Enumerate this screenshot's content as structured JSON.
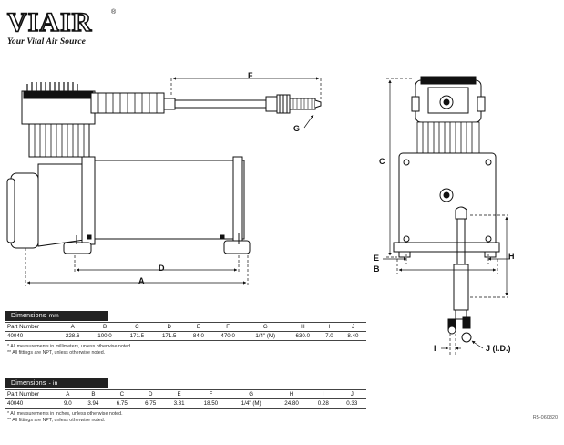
{
  "brand": {
    "name": "VIAIR",
    "registered": "®",
    "tagline": "Your Vital Air Source"
  },
  "dimension_labels": {
    "a": "A",
    "b": "B",
    "c": "C",
    "d": "D",
    "e": "E",
    "f": "F",
    "g": "G",
    "h": "H",
    "i": "I",
    "j": "J (I.D.)"
  },
  "metric_table": {
    "title": "Dimensions",
    "unit": "mm",
    "columns": [
      "Part Number",
      "A",
      "B",
      "C",
      "D",
      "E",
      "F",
      "G",
      "H",
      "I",
      "J"
    ],
    "rows": [
      [
        "40040",
        "228.6",
        "100.0",
        "171.5",
        "171.5",
        "84.0",
        "470.0",
        "1/4\" (M)",
        "630.0",
        "7.0",
        "8.40"
      ]
    ],
    "notes": [
      "* All measurements in millimeters, unless otherwise noted.",
      "** All fittings are NPT, unless otherwise noted."
    ]
  },
  "imperial_table": {
    "title": "Dimensions",
    "unit": "- in",
    "columns": [
      "Part Number",
      "A",
      "B",
      "C",
      "D",
      "E",
      "F",
      "G",
      "H",
      "I",
      "J"
    ],
    "rows": [
      [
        "40040",
        "9.0",
        "3.94",
        "6.75",
        "6.75",
        "3.31",
        "18.50",
        "1/4\" (M)",
        "24.80",
        "0.28",
        "0.33"
      ]
    ],
    "notes": [
      "* All measurements in inches, unless otherwise noted.",
      "** All fittings are NPT, unless otherwise noted."
    ]
  },
  "drawing_code": "R5-060820"
}
